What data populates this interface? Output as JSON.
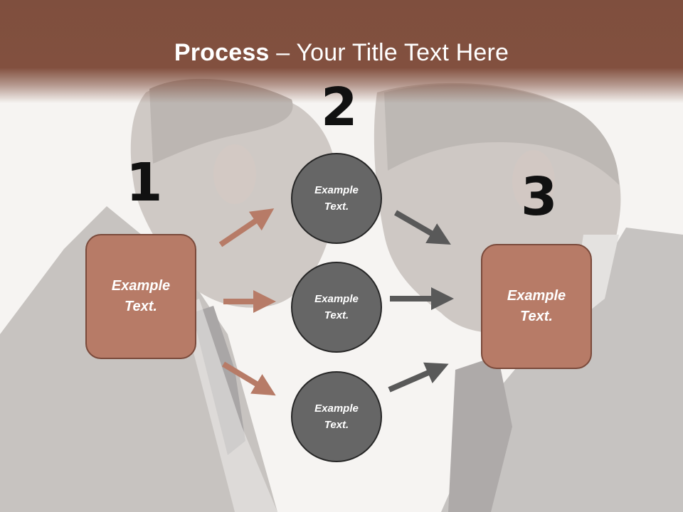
{
  "title": {
    "bold": "Process",
    "rest": " – Your Title Text Here"
  },
  "steps": [
    {
      "number": "1",
      "box_line1": "Example",
      "box_line2": "Text."
    },
    {
      "number": "2"
    },
    {
      "number": "3",
      "box_line1": "Example",
      "box_line2": "Text."
    }
  ],
  "circles": [
    {
      "line1": "Example",
      "line2": "Text."
    },
    {
      "line1": "Example",
      "line2": "Text."
    },
    {
      "line1": "Example",
      "line2": "Text."
    }
  ],
  "colors": {
    "title_band": "#82503f",
    "box_fill": "#b77b67",
    "circle_fill": "#666666",
    "arrow_left": "#b77b67",
    "arrow_right": "#595959"
  }
}
